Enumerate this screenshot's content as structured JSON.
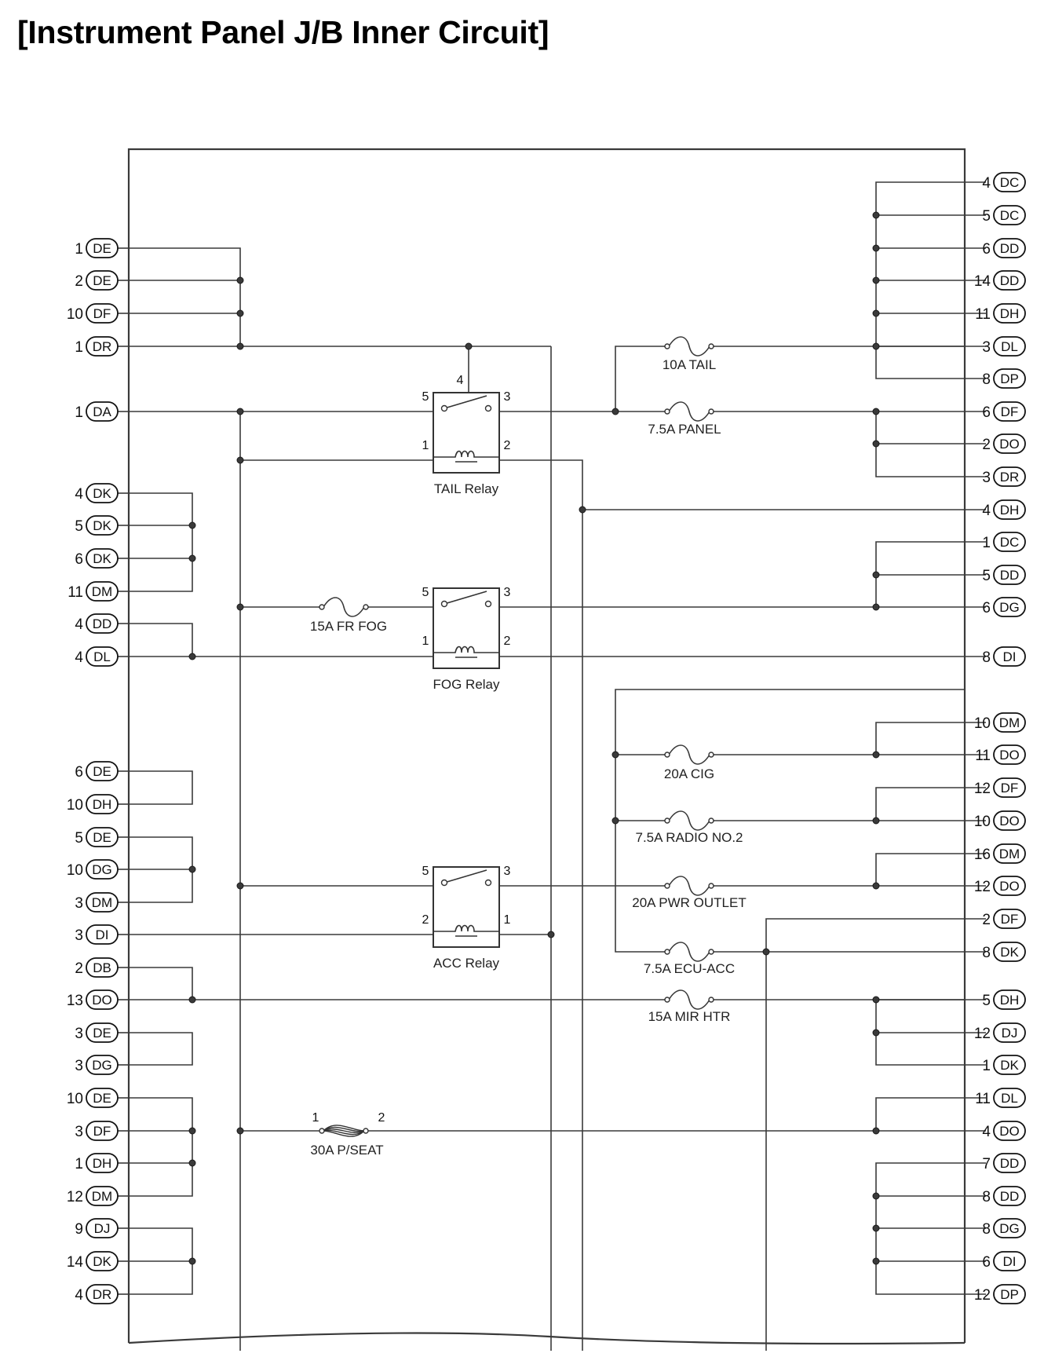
{
  "title": "[Instrument Panel J/B Inner Circuit]",
  "left_connectors": [
    {
      "pin": "1",
      "code": "DE"
    },
    {
      "pin": "2",
      "code": "DE"
    },
    {
      "pin": "10",
      "code": "DF"
    },
    {
      "pin": "1",
      "code": "DR"
    },
    {
      "pin": "1",
      "code": "DA"
    },
    {
      "pin": "4",
      "code": "DK"
    },
    {
      "pin": "5",
      "code": "DK"
    },
    {
      "pin": "6",
      "code": "DK"
    },
    {
      "pin": "11",
      "code": "DM"
    },
    {
      "pin": "4",
      "code": "DD"
    },
    {
      "pin": "4",
      "code": "DL"
    },
    {
      "pin": "6",
      "code": "DE"
    },
    {
      "pin": "10",
      "code": "DH"
    },
    {
      "pin": "5",
      "code": "DE"
    },
    {
      "pin": "10",
      "code": "DG"
    },
    {
      "pin": "3",
      "code": "DM"
    },
    {
      "pin": "3",
      "code": "DI"
    },
    {
      "pin": "2",
      "code": "DB"
    },
    {
      "pin": "13",
      "code": "DO"
    },
    {
      "pin": "3",
      "code": "DE"
    },
    {
      "pin": "3",
      "code": "DG"
    },
    {
      "pin": "10",
      "code": "DE"
    },
    {
      "pin": "3",
      "code": "DF"
    },
    {
      "pin": "1",
      "code": "DH"
    },
    {
      "pin": "12",
      "code": "DM"
    },
    {
      "pin": "9",
      "code": "DJ"
    },
    {
      "pin": "14",
      "code": "DK"
    },
    {
      "pin": "4",
      "code": "DR"
    }
  ],
  "right_connectors": [
    {
      "pin": "4",
      "code": "DC"
    },
    {
      "pin": "5",
      "code": "DC"
    },
    {
      "pin": "6",
      "code": "DD"
    },
    {
      "pin": "14",
      "code": "DD"
    },
    {
      "pin": "11",
      "code": "DH"
    },
    {
      "pin": "3",
      "code": "DL"
    },
    {
      "pin": "8",
      "code": "DP"
    },
    {
      "pin": "6",
      "code": "DF"
    },
    {
      "pin": "2",
      "code": "DO"
    },
    {
      "pin": "3",
      "code": "DR"
    },
    {
      "pin": "4",
      "code": "DH"
    },
    {
      "pin": "1",
      "code": "DC"
    },
    {
      "pin": "5",
      "code": "DD"
    },
    {
      "pin": "6",
      "code": "DG"
    },
    {
      "pin": "8",
      "code": "DI"
    },
    {
      "pin": "10",
      "code": "DM"
    },
    {
      "pin": "11",
      "code": "DO"
    },
    {
      "pin": "12",
      "code": "DF"
    },
    {
      "pin": "10",
      "code": "DO"
    },
    {
      "pin": "16",
      "code": "DM"
    },
    {
      "pin": "12",
      "code": "DO"
    },
    {
      "pin": "2",
      "code": "DF"
    },
    {
      "pin": "8",
      "code": "DK"
    },
    {
      "pin": "5",
      "code": "DH"
    },
    {
      "pin": "12",
      "code": "DJ"
    },
    {
      "pin": "1",
      "code": "DK"
    },
    {
      "pin": "11",
      "code": "DL"
    },
    {
      "pin": "4",
      "code": "DO"
    },
    {
      "pin": "7",
      "code": "DD"
    },
    {
      "pin": "8",
      "code": "DD"
    },
    {
      "pin": "8",
      "code": "DG"
    },
    {
      "pin": "6",
      "code": "DI"
    },
    {
      "pin": "12",
      "code": "DP"
    }
  ],
  "fuses": [
    {
      "label": "10A TAIL"
    },
    {
      "label": "7.5A PANEL"
    },
    {
      "label": "15A FR FOG"
    },
    {
      "label": "20A CIG"
    },
    {
      "label": "7.5A RADIO NO.2"
    },
    {
      "label": "20A PWR OUTLET"
    },
    {
      "label": "7.5A ECU-ACC"
    },
    {
      "label": "15A MIR HTR"
    },
    {
      "label": "30A P/SEAT"
    }
  ],
  "relays": [
    {
      "label": "TAIL Relay",
      "terminals": [
        "4",
        "5",
        "3",
        "1",
        "2"
      ]
    },
    {
      "label": "FOG Relay",
      "terminals": [
        "5",
        "3",
        "1",
        "2"
      ]
    },
    {
      "label": "ACC Relay",
      "terminals": [
        "5",
        "3",
        "2",
        "1"
      ]
    }
  ],
  "pseat_terminals": [
    "1",
    "2"
  ]
}
